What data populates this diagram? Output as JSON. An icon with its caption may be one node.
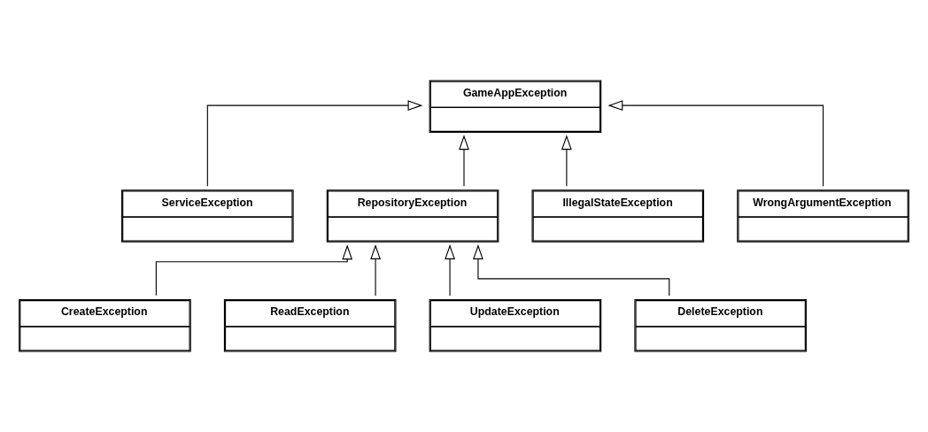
{
  "diagram": {
    "nodes": [
      {
        "text": [
          "GameAppException"
        ]
      },
      {
        "text": [
          "ServiceException"
        ]
      },
      {
        "text": [
          "RepositoryException"
        ]
      },
      {
        "text": [
          "IllegalStateException"
        ]
      },
      {
        "text": [
          "WrongArgumentException"
        ]
      },
      {
        "text": [
          "CreateException"
        ]
      },
      {
        "text": [
          "ReadException"
        ]
      },
      {
        "text": [
          "UpdateException"
        ]
      },
      {
        "text": [
          "DeleteException"
        ]
      }
    ],
    "edges": [
      {
        "from": 1,
        "to": 0,
        "arrow": "to"
      },
      {
        "from": 2,
        "to": 0,
        "arrow": "to"
      },
      {
        "from": 3,
        "to": 0,
        "arrow": "to"
      },
      {
        "from": 4,
        "to": 0,
        "arrow": "to"
      },
      {
        "from": 5,
        "to": 2,
        "arrow": "to"
      },
      {
        "from": 6,
        "to": 2,
        "arrow": "to"
      },
      {
        "from": 7,
        "to": 2,
        "arrow": "to"
      },
      {
        "from": 8,
        "to": 2,
        "arrow": "to"
      }
    ]
  }
}
